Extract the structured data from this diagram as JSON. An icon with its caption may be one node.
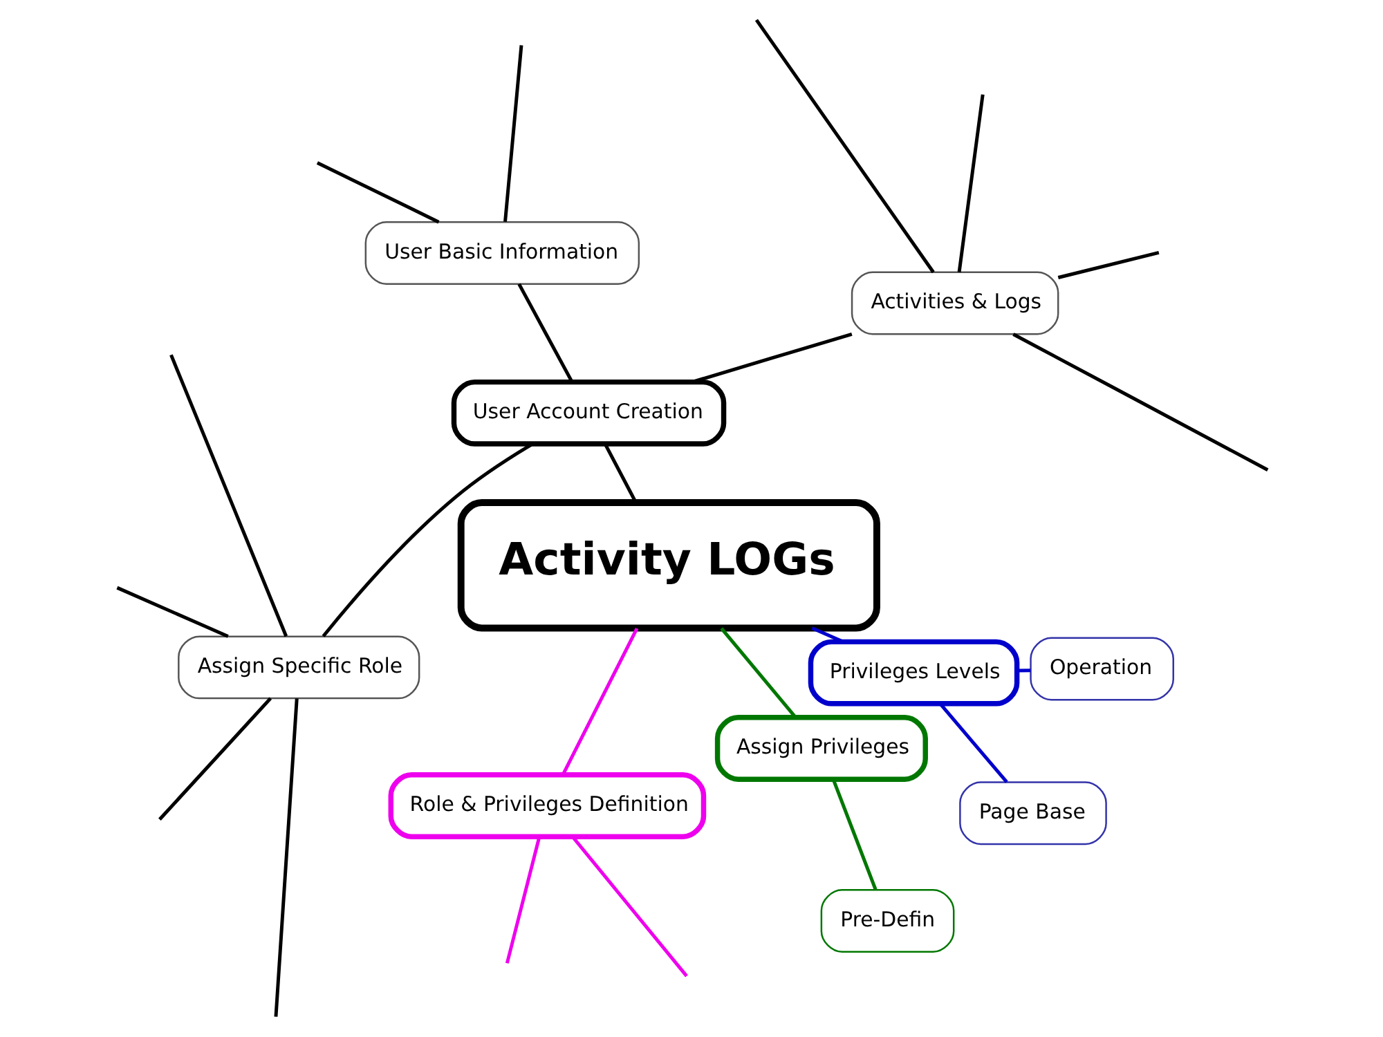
{
  "diagram": {
    "nodes": [
      {
        "text": [
          "Activity LOGs"
        ]
      },
      {
        "text": [
          "User Account Creation"
        ]
      },
      {
        "text": [
          "Activities & Logs"
        ]
      },
      {
        "text": [
          "User Basic Information"
        ]
      },
      {
        "text": [
          "Assign Specific Role"
        ]
      },
      {
        "text": [
          "Role & Privileges Definition"
        ]
      },
      {
        "text": [
          "Assign Privileges"
        ]
      },
      {
        "text": [
          "Pre-Defin"
        ]
      },
      {
        "text": [
          "Privileges Levels"
        ]
      },
      {
        "text": [
          "Page Base"
        ]
      },
      {
        "text": [
          "Operation"
        ]
      }
    ],
    "edges": [
      {
        "from": 0,
        "to": 1,
        "arrow": "none"
      },
      {
        "from": 1,
        "to": 2,
        "arrow": "none"
      },
      {
        "from": 1,
        "to": 3,
        "arrow": "none"
      },
      {
        "from": 1,
        "to": 4,
        "arrow": "none"
      },
      {
        "from": 0,
        "to": 5,
        "arrow": "none",
        "color": "#ee00ee"
      },
      {
        "from": 0,
        "to": 6,
        "arrow": "none",
        "color": "#007700"
      },
      {
        "from": 0,
        "to": 8,
        "arrow": "none",
        "color": "#0000cc"
      },
      {
        "from": 6,
        "to": 7,
        "arrow": "none",
        "color": "#007700"
      },
      {
        "from": 8,
        "to": 9,
        "arrow": "none",
        "color": "#0000cc"
      },
      {
        "from": 8,
        "to": 10,
        "arrow": "none",
        "color": "#0000cc"
      },
      {
        "from": 5,
        "to": null,
        "arrow": "none",
        "color": "#ee00ee"
      },
      {
        "from": 5,
        "to": null,
        "arrow": "none",
        "color": "#ee00ee"
      },
      {
        "from": 2,
        "to": null,
        "arrow": "none"
      },
      {
        "from": 2,
        "to": null,
        "arrow": "none"
      },
      {
        "from": 2,
        "to": null,
        "arrow": "none"
      },
      {
        "from": 2,
        "to": null,
        "arrow": "none"
      },
      {
        "from": 3,
        "to": null,
        "arrow": "none"
      },
      {
        "from": 3,
        "to": null,
        "arrow": "none"
      },
      {
        "from": 4,
        "to": null,
        "arrow": "none"
      },
      {
        "from": 4,
        "to": null,
        "arrow": "none"
      },
      {
        "from": 4,
        "to": null,
        "arrow": "none"
      },
      {
        "from": 4,
        "to": null,
        "arrow": "none"
      }
    ]
  }
}
